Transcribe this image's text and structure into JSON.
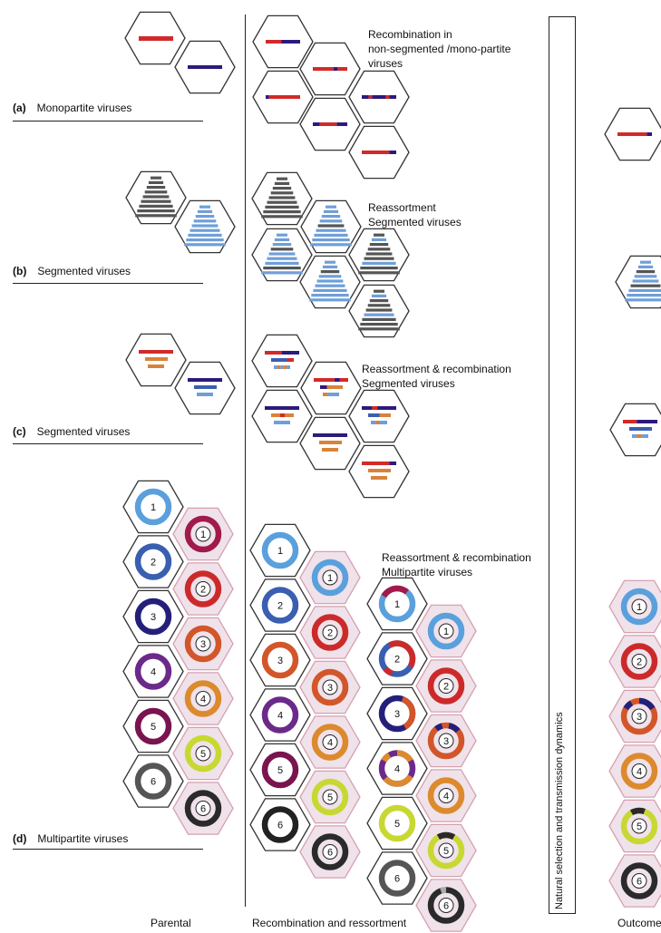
{
  "sections": [
    {
      "letter": "(a)",
      "label": "Monopartite viruses"
    },
    {
      "letter": "(b)",
      "label": "Segmented viruses"
    },
    {
      "letter": "(c)",
      "label": "Segmented viruses"
    },
    {
      "letter": "(d)",
      "label": "Multipartite viruses"
    }
  ],
  "annotations": {
    "a1": "Recombination in",
    "a2": "non-segmented /mono-partite",
    "a3": "viruses",
    "b1": "Reassortment",
    "b2": "Segmented viruses",
    "c1": "Reassortment & recombination",
    "c2": "Segmented viruses",
    "d1": "Reassortment & recombination",
    "d2": "Multipartite viruses"
  },
  "selection_label": "Natural selection and transmission dynamics",
  "footer": {
    "parental": "Parental",
    "recombination": "Recombination and ressortment",
    "outcome": "Outcome"
  },
  "segment_numbers": [
    "1",
    "2",
    "3",
    "4",
    "5",
    "6"
  ],
  "colors": {
    "red": "#d22a2a",
    "navy": "#2e1a7a",
    "dark_gray": "#555555",
    "light_blue": "#6f9fd8",
    "orange": "#d9823a",
    "pink_hex": "#f0e2ea",
    "pink_border": "#d6a0b0",
    "ring1": "#5aa0dc",
    "ring2": "#3a5fb0",
    "ring3": "#24207a",
    "ring4": "#6b2a8a",
    "ring5": "#7a1450",
    "ring6": "#555555",
    "ringb1": "#a01a4a",
    "ringb2": "#cc2a2a",
    "ringb3": "#d2562a",
    "ringb4": "#dc8a2e",
    "ringb5": "#c8d832",
    "ringb6": "#2a2a2a"
  }
}
